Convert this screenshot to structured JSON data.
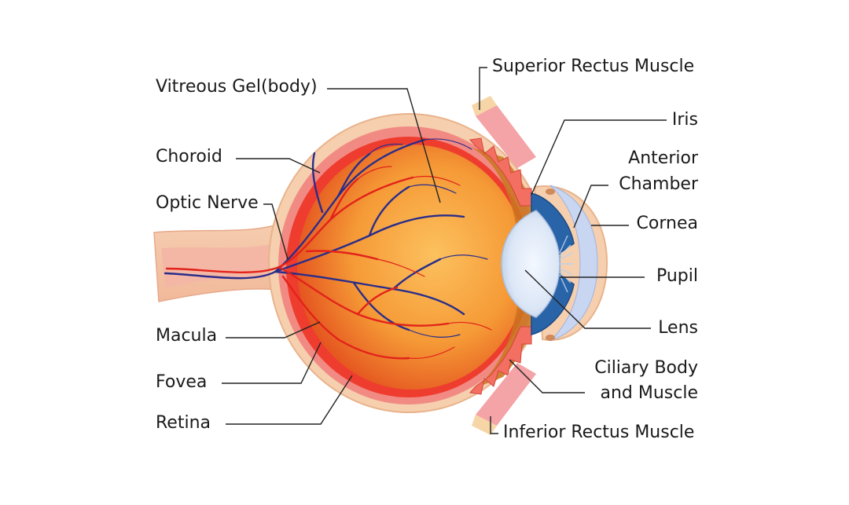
{
  "labels": {
    "vitreous": "Vitreous Gel(body)",
    "choroid": "Choroid",
    "optic_nerve": "Optic Nerve",
    "macula": "Macula",
    "fovea": "Fovea",
    "retina": "Retina",
    "superior_rectus": "Superior Rectus Muscle",
    "iris": "Iris",
    "anterior_1": "Anterior",
    "anterior_2": "Chamber",
    "cornea": "Cornea",
    "pupil": "Pupil",
    "lens": "Lens",
    "ciliary_1": "Ciliary Body",
    "ciliary_2": "and Muscle",
    "inferior_rectus": "Inferior Rectus Muscle"
  },
  "colors": {
    "sclera": "#f5cfae",
    "choroid": "#f28a84",
    "retina": "#ee3d2f",
    "vitreous_center": "#fbb95a",
    "vitreous_edge": "#e6501c",
    "iris": "#2a64a8",
    "lens": "#dfe9f7",
    "vein": "#2a2d8a",
    "artery": "#e2231a"
  }
}
